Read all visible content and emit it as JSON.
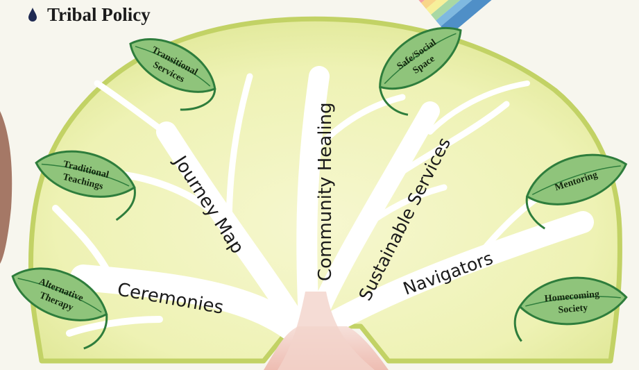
{
  "title": "Tribal Policy",
  "branches": {
    "ceremonies": "Ceremonies",
    "journey_map": "Journey Map",
    "community_healing": "Community Healing",
    "sustainable_services": "Sustainable Services",
    "navigators": "Navigators"
  },
  "leaves": {
    "transitional": [
      "Transitional",
      "Services"
    ],
    "traditional": [
      "Traditional",
      "Teachings"
    ],
    "alternative": [
      "Alternative",
      "Therapy"
    ],
    "safe_social": [
      "Safe/Social",
      "Space"
    ],
    "mentoring": [
      "Mentoring"
    ],
    "homecoming": [
      "Homecoming",
      "Society"
    ]
  },
  "colors": {
    "canopy": "#eef2b8",
    "canopy_edge": "#c6d46a",
    "trunk": "#f1c9c1",
    "branch": "#ffffff",
    "leaf_fill": "#8fc47b",
    "leaf_stroke": "#2e7d3c",
    "rainbow": [
      "#f4a3a3",
      "#f8d68a",
      "#f7f09a",
      "#a9d8a4",
      "#7fb9e0",
      "#4f8fc7"
    ]
  }
}
